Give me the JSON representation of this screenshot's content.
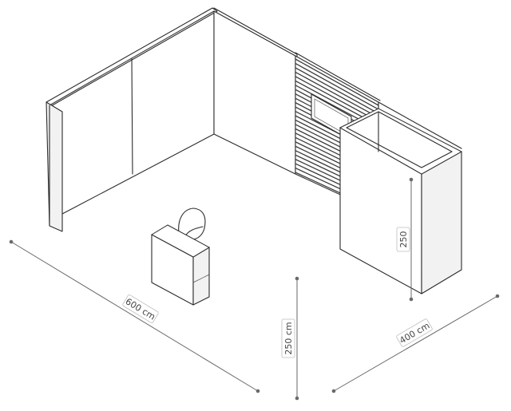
{
  "dimensions": {
    "width_label": "600 cm",
    "depth_label": "400 cm",
    "height_label": "250 cm",
    "wall_height_label": "250"
  },
  "colors": {
    "line": "#2b2b2b",
    "dimension": "#6a6a6a",
    "background": "#ffffff"
  }
}
